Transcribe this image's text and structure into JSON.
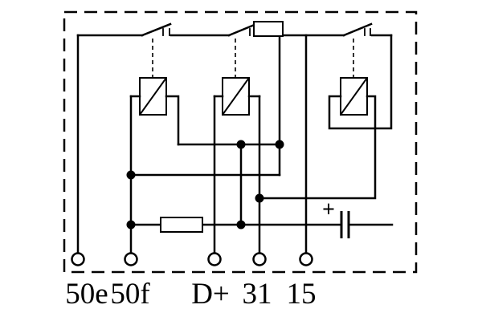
{
  "terminals": [
    {
      "id": "50e",
      "label": "50e"
    },
    {
      "id": "50f",
      "label": "50f"
    },
    {
      "id": "dplus",
      "label": "D+"
    },
    {
      "id": "31",
      "label": "31"
    },
    {
      "id": "15",
      "label": "15"
    }
  ],
  "capacitor": {
    "polarity_label": "+"
  },
  "components": {
    "relay_count": 3,
    "switch_count": 3,
    "has_resistor": true,
    "has_capacitor": true,
    "has_connector_box": true
  },
  "colors": {
    "line": "#000000",
    "background": "#ffffff"
  }
}
